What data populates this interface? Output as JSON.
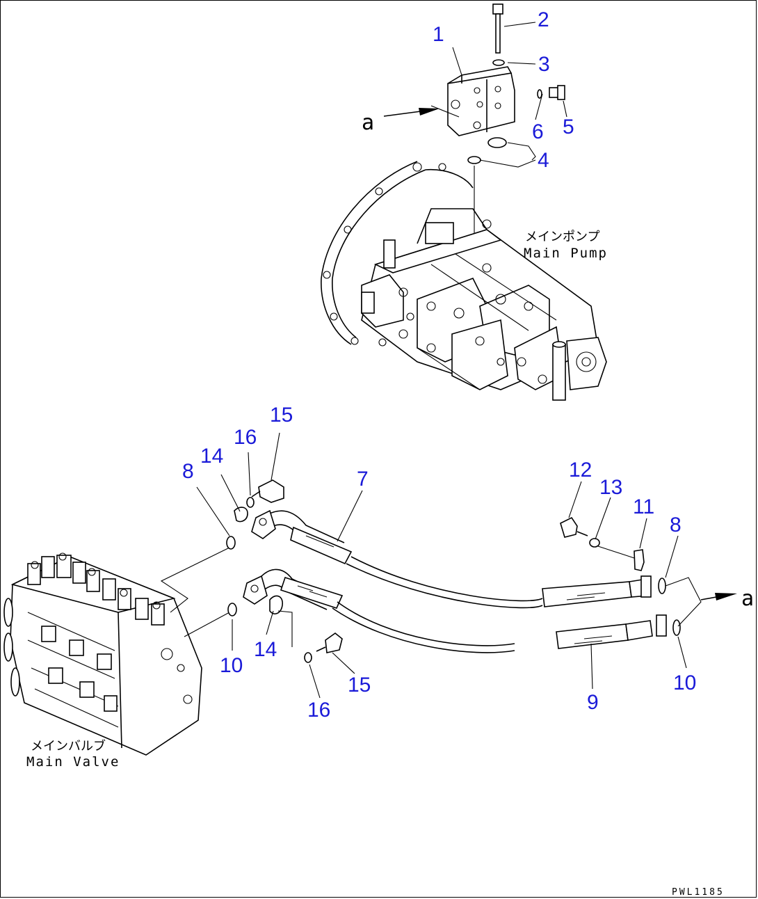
{
  "callouts": [
    "1",
    "2",
    "3",
    "4",
    "5",
    "6",
    "7",
    "8",
    "8",
    "9",
    "10",
    "10",
    "11",
    "12",
    "13",
    "14",
    "14",
    "15",
    "15",
    "16",
    "16"
  ],
  "reference_mark": "a",
  "labels": {
    "main_pump_jp": "メインポンプ",
    "main_pump_en": "Main Pump",
    "main_valve_jp": "メインバルブ",
    "main_valve_en": "Main Valve"
  },
  "drawing_code": "PWL1185",
  "colors": {
    "callout": "#1a1ad8",
    "line": "#000000"
  }
}
